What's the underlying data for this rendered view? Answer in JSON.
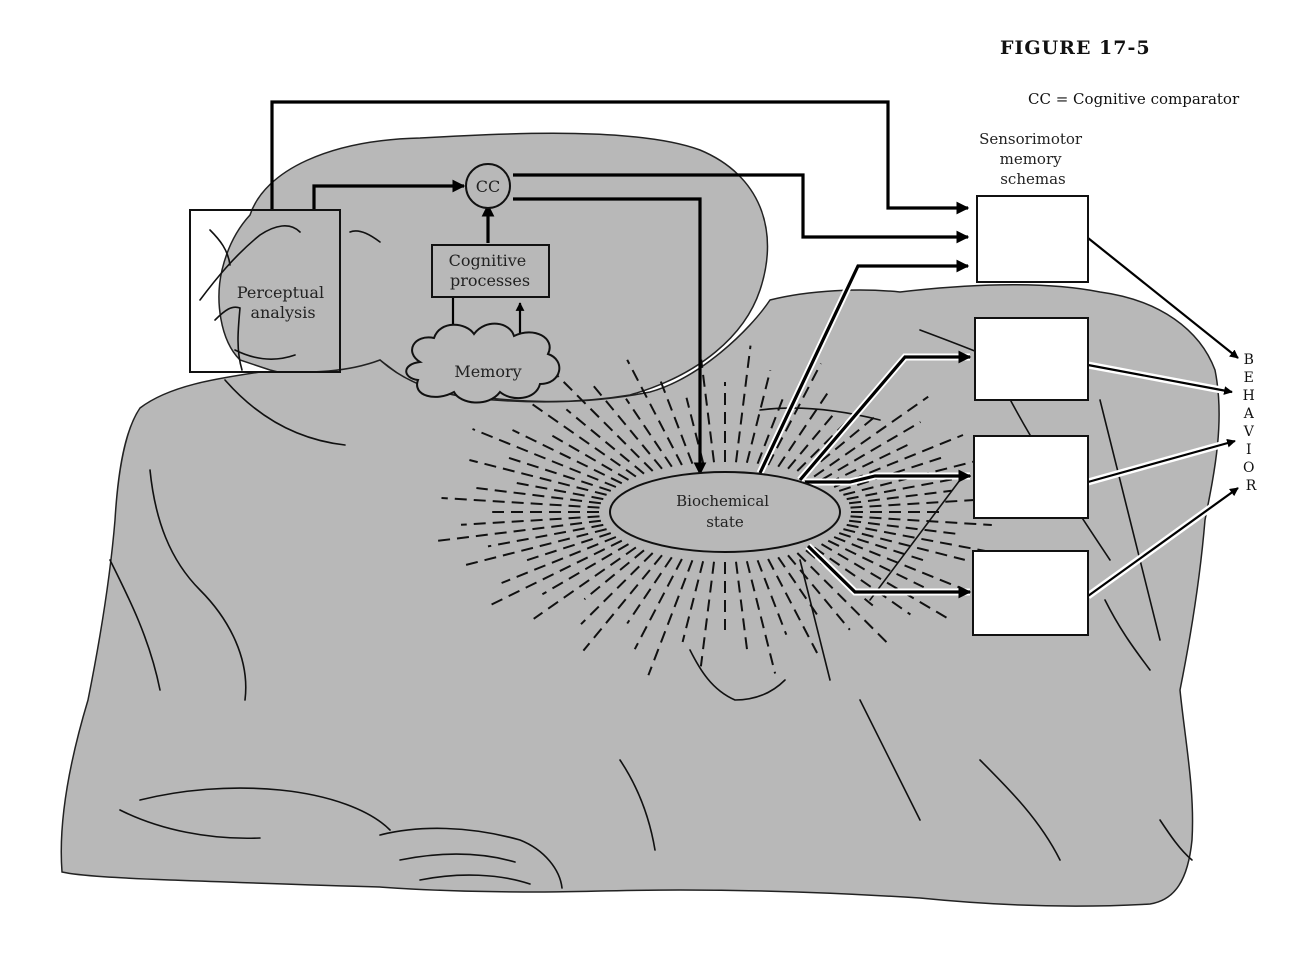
{
  "figure_label": "FIGURE 17-5",
  "key_text": "CC = Cognitive comparator",
  "nodes": {
    "perceptual": [
      "Perceptual",
      "analysis"
    ],
    "cc": "CC",
    "cognitive": [
      "Cognitive",
      "processes"
    ],
    "memory": "Memory",
    "biochemical": [
      "Biochemical",
      "state"
    ],
    "sensorimotor": [
      "Sensorimotor",
      "memory",
      "schemas"
    ]
  },
  "behavior_letters": [
    "B",
    "E",
    "H",
    "A",
    "V",
    "I",
    "O",
    "R"
  ],
  "colors": {
    "figure_fill": "#b8b8b8",
    "box_fill": "#ffffff",
    "stroke": "#000000",
    "background": "#ffffff"
  }
}
